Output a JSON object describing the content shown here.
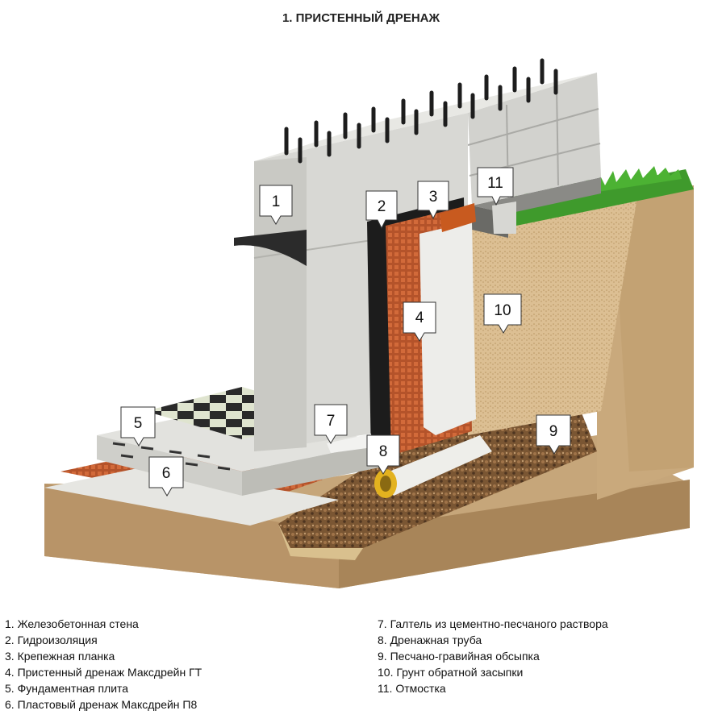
{
  "title": "1. ПРИСТЕННЫЙ ДРЕНАЖ",
  "callouts": [
    "1",
    "2",
    "3",
    "4",
    "5",
    "6",
    "7",
    "8",
    "9",
    "10",
    "11"
  ],
  "legend_left": [
    "1. Железобетонная стена",
    "2. Гидроизоляция",
    "3. Крепежная планка",
    "4. Пристенный дренаж Максдрейн ГТ",
    "5. Фундаментная плита",
    "6. Пластовый дренаж Максдрейн П8"
  ],
  "legend_right": [
    "7. Галтель из цементно-песчаного раствора",
    "8. Дренажная труба",
    "9. Песчано-гравийная обсыпка",
    "10. Грунт обратной засыпки",
    "11. Отмостка"
  ],
  "colors": {
    "concrete": "#d9dad6",
    "waterproofing": "#1c1c1c",
    "drain_membrane": "#b4532a",
    "sand": "#d8b98a",
    "soil": "#c7a77a",
    "grass": "#3f9a2c",
    "gravel": "#6b4a2c",
    "pipe_end": "#e3b21f"
  }
}
